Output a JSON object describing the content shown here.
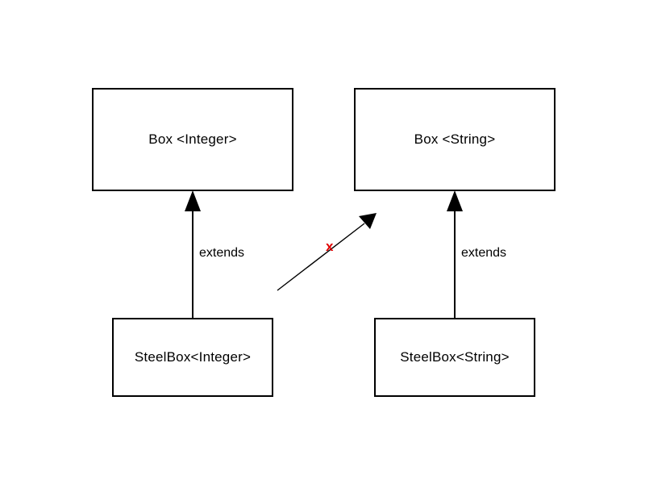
{
  "diagram": {
    "title": "Java generics inheritance diagram",
    "background_color": "#ffffff",
    "stroke_color": "#000000",
    "invalid_marker_color": "#e00000",
    "nodes": [
      {
        "id": "box-integer",
        "label": "Box <Integer>",
        "position": "top-left"
      },
      {
        "id": "box-string",
        "label": "Box <String>",
        "position": "top-right"
      },
      {
        "id": "steelbox-integer",
        "label": "SteelBox<Integer>",
        "position": "bottom-left"
      },
      {
        "id": "steelbox-string",
        "label": "SteelBox<String>",
        "position": "bottom-right"
      }
    ],
    "edges": [
      {
        "id": "extends-integer",
        "label": "extends",
        "from": "steelbox-integer",
        "to": "box-integer",
        "style": "solid",
        "arrowhead": "filled-triangle",
        "valid": true
      },
      {
        "id": "extends-string",
        "label": "extends",
        "from": "steelbox-string",
        "to": "box-string",
        "style": "solid",
        "arrowhead": "filled-triangle",
        "valid": true
      },
      {
        "id": "invalid-relation",
        "label": "",
        "from": "steelbox-integer",
        "to": "box-string",
        "style": "solid-thin-diagonal",
        "arrowhead": "filled-triangle",
        "valid": false,
        "marker": "x"
      }
    ],
    "invalid_marker_text": "x"
  }
}
